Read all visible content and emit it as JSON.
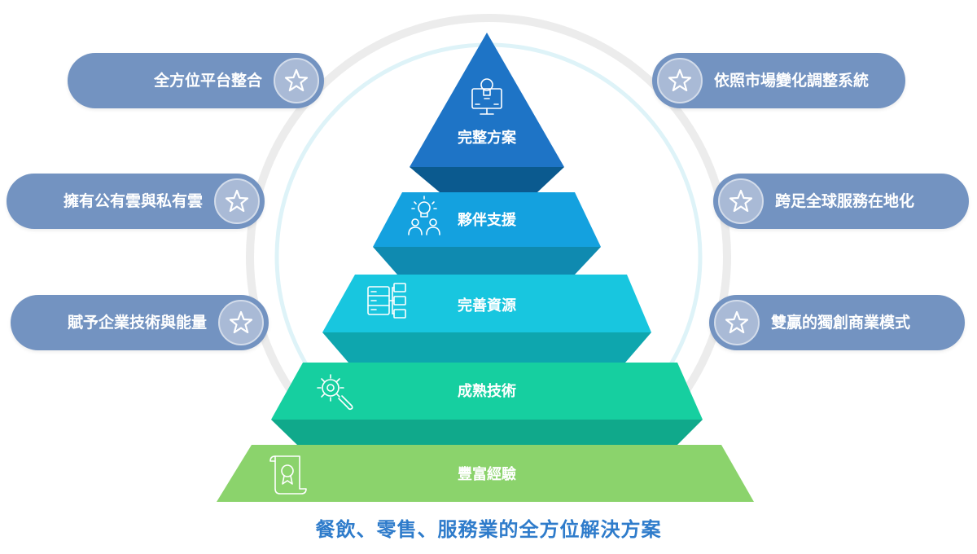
{
  "pyramid": {
    "layers": [
      {
        "label": "完整方案",
        "icon": "monitor-lightbulb-icon",
        "color": "#1e74c6"
      },
      {
        "label": "夥伴支援",
        "icon": "idea-people-icon",
        "color": "#14a1df"
      },
      {
        "label": "完善資源",
        "icon": "database-server-icon",
        "color": "#18c6df"
      },
      {
        "label": "成熟技術",
        "icon": "gear-wrench-icon",
        "color": "#16cfa0"
      },
      {
        "label": "豐富經驗",
        "icon": "certificate-scroll-icon",
        "color": "#8bd36c"
      }
    ]
  },
  "features": {
    "left": [
      {
        "label": "全方位平台整合",
        "icon": "star-icon"
      },
      {
        "label": "擁有公有雲與私有雲",
        "icon": "star-icon"
      },
      {
        "label": "賦予企業技術與能量",
        "icon": "star-icon"
      }
    ],
    "right": [
      {
        "label": "依照市場變化調整系統",
        "icon": "star-icon"
      },
      {
        "label": "跨足全球服務在地化",
        "icon": "star-icon"
      },
      {
        "label": "雙贏的獨創商業模式",
        "icon": "star-icon"
      }
    ]
  },
  "caption": "餐飲、零售、服務業的全方位解決方案",
  "colors": {
    "pill": "#7393c1",
    "caption": "#2f7ccb",
    "ring_outer": "#ececec",
    "ring_inner": "#def3f8"
  }
}
